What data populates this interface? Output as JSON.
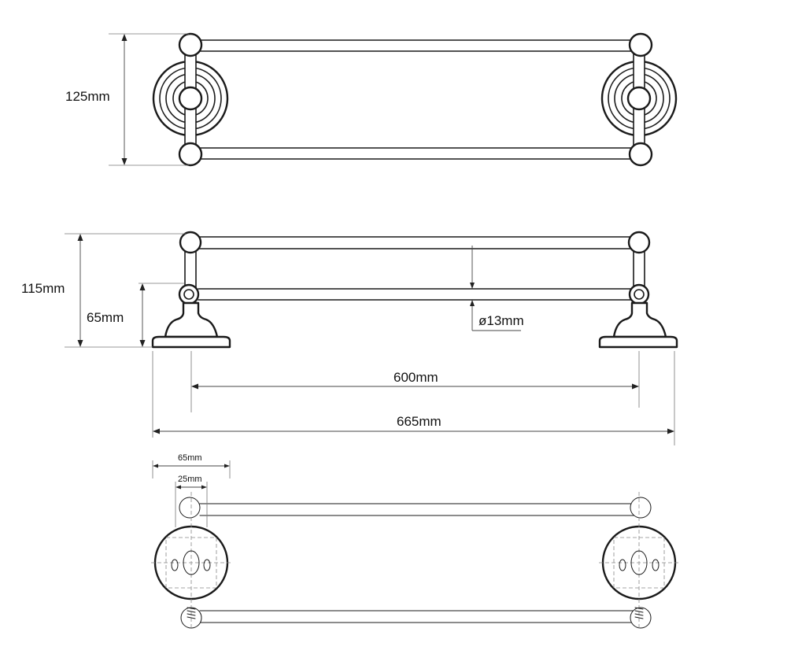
{
  "dimensions": {
    "height_overall": "125mm",
    "projection_total": "115mm",
    "projection_base_to_lower_bar": "65mm",
    "bar_diameter": "ø13mm",
    "bar_spacing": "600mm",
    "overall_length": "665mm",
    "base_diameter": "65mm",
    "fixing_spacing": "25mm"
  }
}
